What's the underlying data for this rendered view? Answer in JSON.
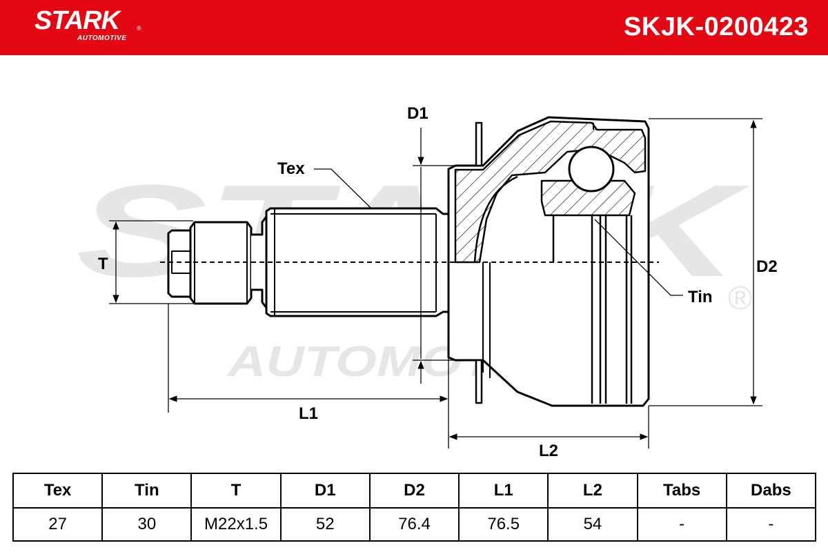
{
  "brand": {
    "name": "STARK",
    "sub": "AUTOMOTIVE",
    "registered": "®",
    "color": "#e30613"
  },
  "part_number": "SKJK-0200423",
  "watermark": {
    "line1": "STARK",
    "line2": "AUTOMOTIVE",
    "mark": "®"
  },
  "diagram_labels": {
    "tex": "Tex",
    "tin": "Tin",
    "t": "T",
    "d1": "D1",
    "d2": "D2",
    "l1": "L1",
    "l2": "L2"
  },
  "specs": {
    "headers": [
      "Tex",
      "Tin",
      "T",
      "D1",
      "D2",
      "L1",
      "L2",
      "Tabs",
      "Dabs"
    ],
    "values": [
      "27",
      "30",
      "M22x1.5",
      "52",
      "76.4",
      "76.5",
      "54",
      "-",
      "-"
    ]
  }
}
